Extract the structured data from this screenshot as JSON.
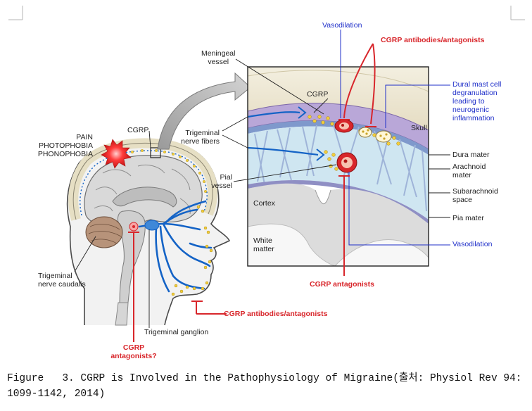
{
  "figure": {
    "labels": {
      "vasodilation_top": "Vasodilation",
      "cgrp_antibodies_top": "CGRP antibodies/antagonists",
      "meningeal_vessel": "Meningeal\nvessel",
      "cgrp_inset": "CGRP",
      "dural_mast_cell": "Dural mast cell\ndegranulation\nleading to\nneurogenic\ninflammation",
      "skull": "Skull",
      "trigeminal_nerve_fibers": "Trigeminal\nnerve fibers",
      "dura_mater": "Dura mater",
      "arachnoid_mater": "Arachnoid\nmater",
      "pial_vessel": "Pial\nvessel",
      "subarachnoid_space": "Subarachnoid\nspace",
      "cortex": "Cortex",
      "pia_mater": "Pia mater",
      "white_matter": "White\nmatter",
      "vasodilation_bottom": "Vasodilation",
      "cgrp_antagonists": "CGRP antagonists",
      "pain_symptoms": "PAIN\nPHOTOPHOBIA\nPHONOPHOBIA",
      "cgrp_head": "CGRP",
      "trigeminal_nerve_caudalis": "Trigeminal\nnerve caudalis",
      "cgrp_antibodies_face": "CGRP antibodies/antagonists",
      "trigeminal_ganglion": "Trigeminal ganglion",
      "cgrp_antagonists_question": "CGRP\nantagonists?"
    }
  },
  "caption": "Figure   3. CGRP is Involved in the Pathophysiology of Migraine(출처: Physiol Rev 94: 1099-1142, 2014)",
  "colors": {
    "red": "#d8262b",
    "blue": "#1f2fc9",
    "nerve_blue": "#1463c6",
    "skull": "#ece6cf",
    "dura": "#b9a7d8",
    "subarachnoid": "#cfe6f1",
    "cortex": "#dcdcdc"
  }
}
